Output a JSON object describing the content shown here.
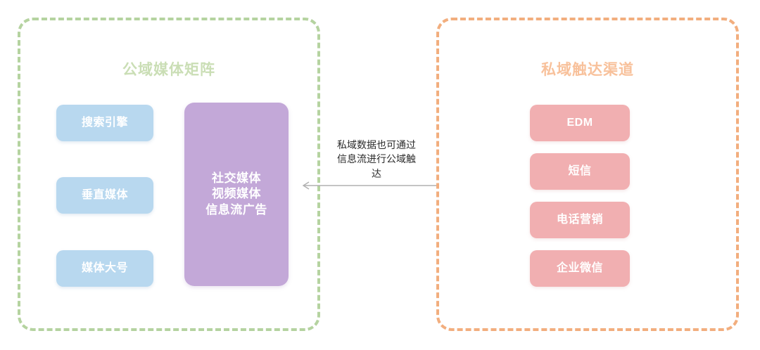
{
  "diagram": {
    "background": "#ffffff",
    "panels": [
      {
        "id": "public-domain",
        "title": "公域媒体矩阵",
        "border_color": "#b5d3a0",
        "title_color": "#cadeb5",
        "cards": [
          {
            "label": "搜索引擎",
            "color": "#b8d8ef"
          },
          {
            "label": "垂直媒体",
            "color": "#b8d8ef"
          },
          {
            "label": "媒体大号",
            "color": "#b8d8ef"
          }
        ],
        "feature_card": {
          "color": "#c3a8d8",
          "lines": [
            "社交媒体",
            "视频媒体",
            "信息流广告"
          ]
        }
      },
      {
        "id": "private-domain",
        "title": "私域触达渠道",
        "border_color": "#f2ae7e",
        "title_color": "#f8c19b",
        "cards": [
          {
            "label": "EDM",
            "color": "#f1afb1"
          },
          {
            "label": "短信",
            "color": "#f1afb1"
          },
          {
            "label": "电话营销",
            "color": "#f1afb1"
          },
          {
            "label": "企业微信",
            "color": "#f1afb1"
          }
        ]
      }
    ],
    "connector": {
      "note_lines": [
        "私域数据也可通过",
        "信息流进行公域触",
        "达"
      ],
      "note_text": "私域数据也可通过信息流进行公域触达",
      "arrow_color": "#b0b0b0",
      "arrow_style": "double-headed"
    }
  }
}
